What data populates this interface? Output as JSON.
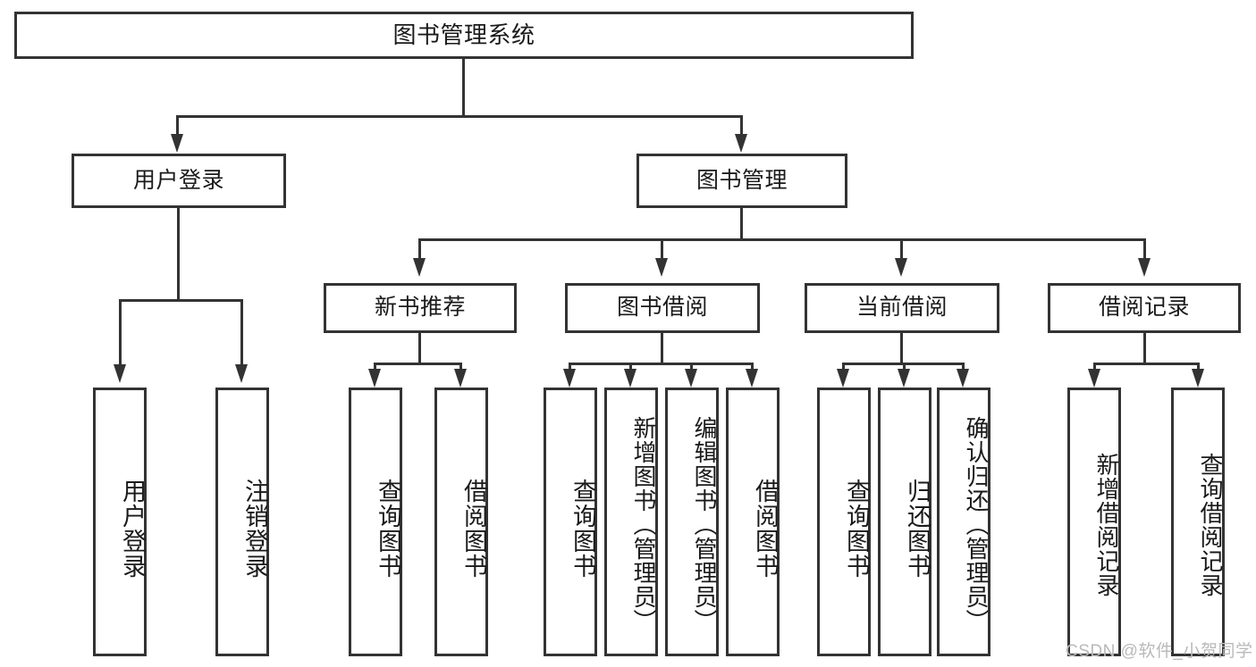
{
  "diagram": {
    "title": "图书管理系统",
    "type": "hierarchy-tree",
    "levels": 4,
    "root": {
      "label": "图书管理系统",
      "children": [
        {
          "label": "用户登录",
          "children": [
            {
              "label": "用户登录"
            },
            {
              "label": "注销登录"
            }
          ]
        },
        {
          "label": "图书管理",
          "children": [
            {
              "label": "新书推荐",
              "children": [
                {
                  "label": "查询图书"
                },
                {
                  "label": "借阅图书"
                }
              ]
            },
            {
              "label": "图书借阅",
              "children": [
                {
                  "label": "查询图书"
                },
                {
                  "label": "新增图书（管理员）"
                },
                {
                  "label": "编辑图书（管理员）"
                },
                {
                  "label": "借阅图书"
                }
              ]
            },
            {
              "label": "当前借阅",
              "children": [
                {
                  "label": "查询图书"
                },
                {
                  "label": "归还图书"
                },
                {
                  "label": "确认归还（管理员）"
                }
              ]
            },
            {
              "label": "借阅记录",
              "children": [
                {
                  "label": "新增借阅记录"
                },
                {
                  "label": "查询借阅记录"
                }
              ]
            }
          ]
        }
      ]
    }
  },
  "nodes": {
    "root": "图书管理系统",
    "user_login": "用户登录",
    "book_manage": "图书管理",
    "user_login_child_1": "用户登录",
    "user_login_child_2": "注销登录",
    "new_book_rec": "新书推荐",
    "new_book_rec_child_1": "查询图书",
    "new_book_rec_child_2": "借阅图书",
    "book_borrow": "图书借阅",
    "book_borrow_child_1": "查询图书",
    "book_borrow_child_2": "新增图书（管理员）",
    "book_borrow_child_3": "编辑图书（管理员）",
    "book_borrow_child_4": "借阅图书",
    "current_borrow": "当前借阅",
    "current_borrow_child_1": "查询图书",
    "current_borrow_child_2": "归还图书",
    "current_borrow_child_3": "确认归还（管理员）",
    "borrow_record": "借阅记录",
    "borrow_record_child_1": "新增借阅记录",
    "borrow_record_child_2": "查询借阅记录"
  },
  "watermark": {
    "text": "CSDN @软件_小贺同学"
  },
  "colors": {
    "border": "#333333",
    "background": "#ffffff",
    "text": "#1a1a1a",
    "watermark": "#b9b9b9"
  }
}
